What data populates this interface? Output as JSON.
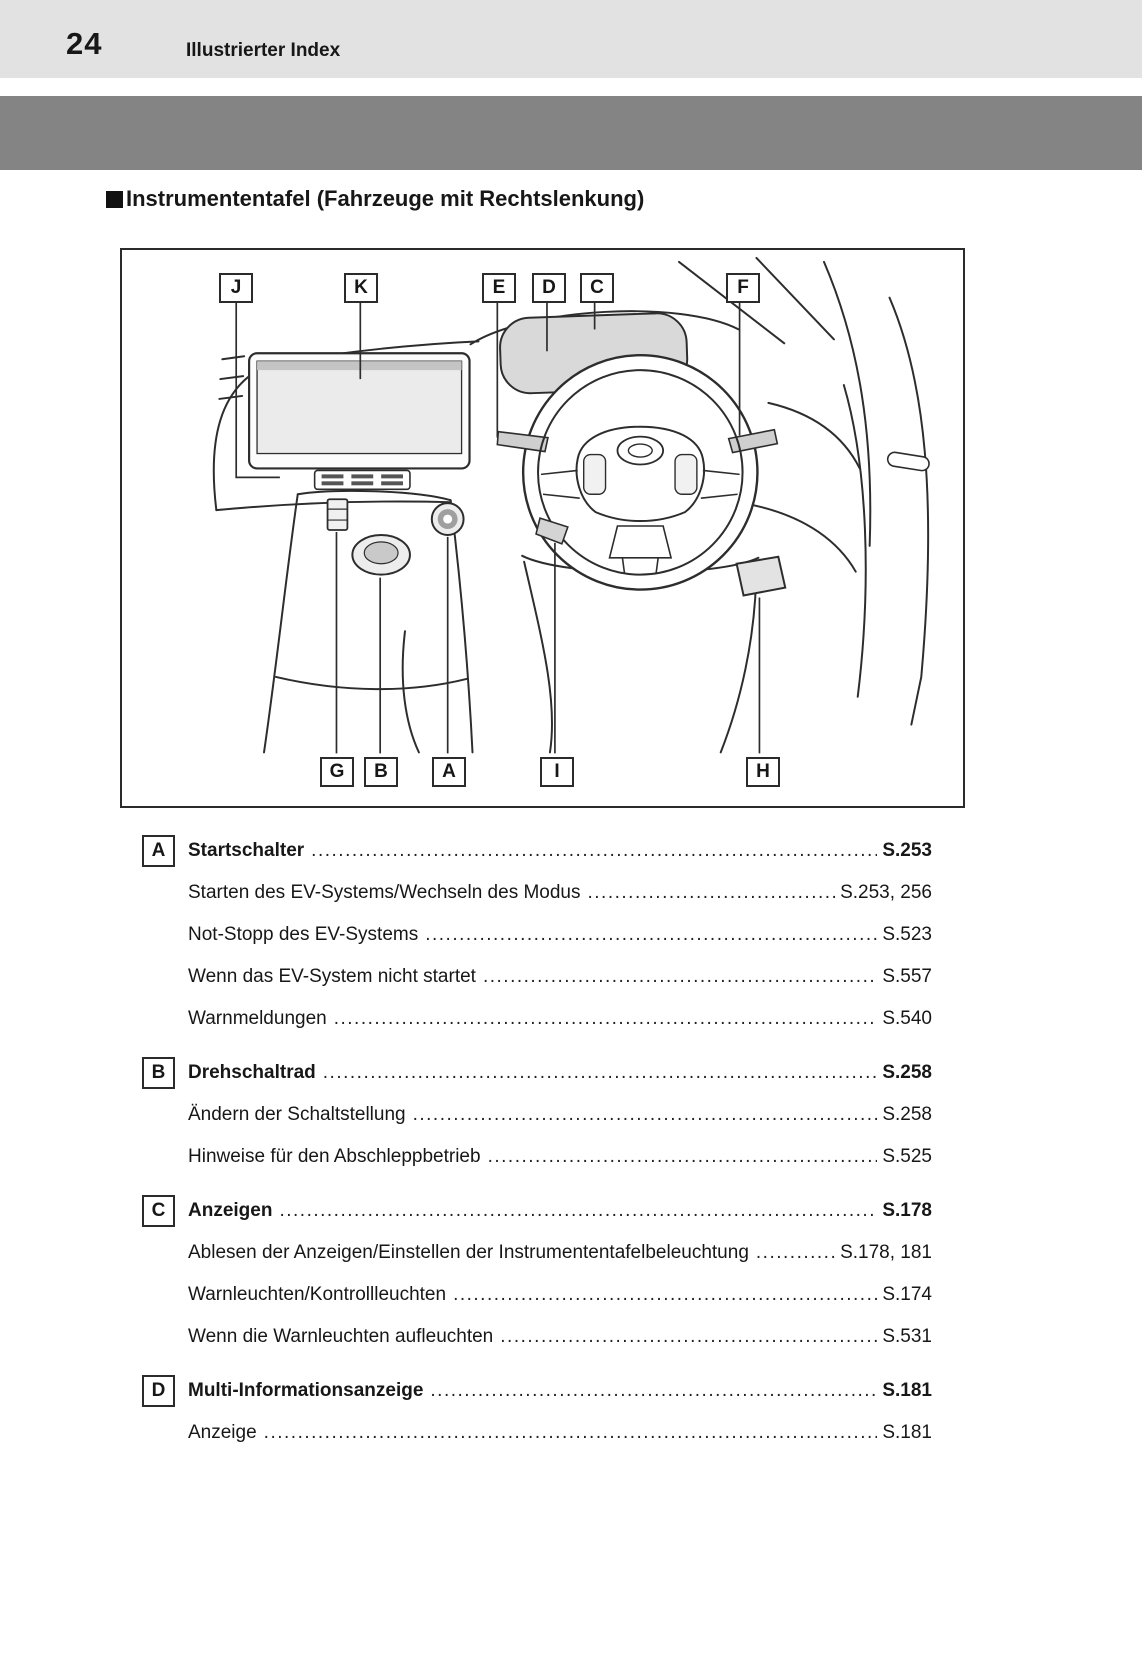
{
  "header": {
    "page_number": "24",
    "chapter_title": "Illustrierter Index"
  },
  "section": {
    "title": "Instrumententafel (Fahrzeuge mit Rechtslenkung)"
  },
  "diagram": {
    "top_labels": [
      "J",
      "K",
      "E",
      "D",
      "C",
      "F"
    ],
    "bottom_labels": [
      "G",
      "B",
      "A",
      "I",
      "H"
    ]
  },
  "index": [
    {
      "key": "A",
      "title": "Startschalter",
      "page": "S.253",
      "items": [
        {
          "label": "Starten des EV-Systems/Wechseln des Modus",
          "page": "S.253, 256"
        },
        {
          "label": "Not-Stopp des EV-Systems",
          "page": "S.523"
        },
        {
          "label": "Wenn das EV-System nicht startet",
          "page": "S.557"
        },
        {
          "label": "Warnmeldungen",
          "page": "S.540"
        }
      ]
    },
    {
      "key": "B",
      "title": "Drehschaltrad",
      "page": "S.258",
      "items": [
        {
          "label": "Ändern der Schaltstellung",
          "page": "S.258"
        },
        {
          "label": "Hinweise für den Abschleppbetrieb",
          "page": "S.525"
        }
      ]
    },
    {
      "key": "C",
      "title": "Anzeigen",
      "page": "S.178",
      "items": [
        {
          "label": "Ablesen der Anzeigen/Einstellen der Instrumententafelbeleuchtung",
          "page": "S.178, 181"
        },
        {
          "label": "Warnleuchten/Kontrollleuchten",
          "page": "S.174"
        },
        {
          "label": "Wenn die Warnleuchten aufleuchten",
          "page": "S.531"
        }
      ]
    },
    {
      "key": "D",
      "title": "Multi-Informationsanzeige",
      "page": "S.181",
      "items": [
        {
          "label": "Anzeige",
          "page": "S.181"
        }
      ]
    }
  ]
}
